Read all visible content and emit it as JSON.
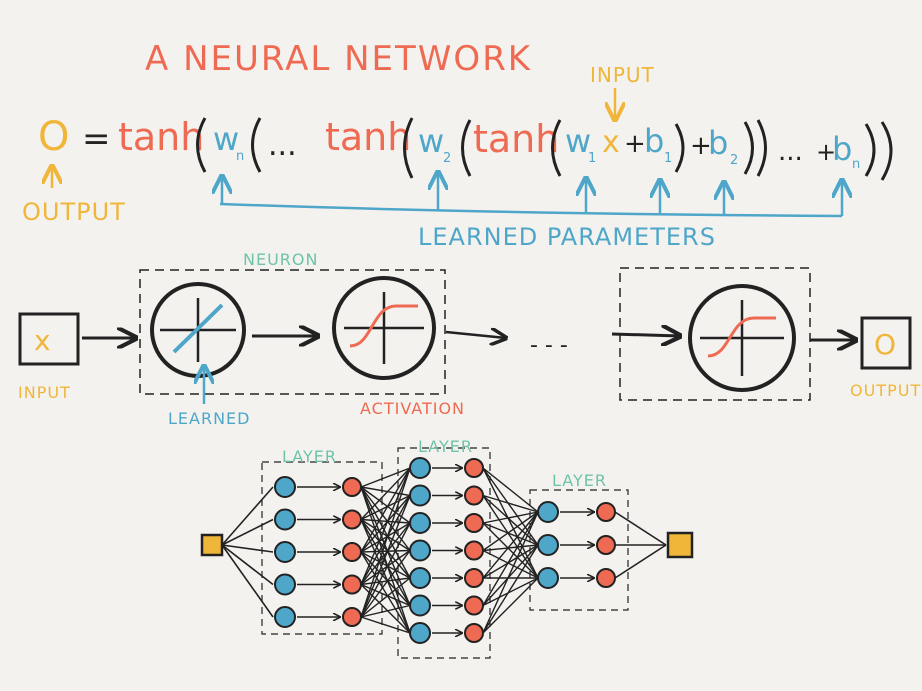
{
  "title": "A NEURAL NETWORK",
  "equation": {
    "output_symbol": "O",
    "equals": "=",
    "tanh": "tanh",
    "ellipsis": "...",
    "w_n": "w",
    "w_n_sub": "n",
    "w_2": "w",
    "w_2_sub": "2",
    "w_1": "w",
    "w_1_sub": "1",
    "x": "x",
    "b_1": "b",
    "b_1_sub": "1",
    "b_2": "b",
    "b_2_sub": "2",
    "b_n": "b",
    "b_n_sub": "n",
    "plus": "+",
    "input_label": "INPUT",
    "output_label": "OUTPUT",
    "learned_params_label": "LEARNED PARAMETERS"
  },
  "neuron_row": {
    "input_symbol": "x",
    "input_label": "INPUT",
    "neuron_label": "NEURON",
    "learned_label": "LEARNED",
    "activation_label": "ACTIVATION",
    "dots": "- - -",
    "output_symbol": "O",
    "output_label": "OUTPUT"
  },
  "layers": {
    "layer_label": "LAYER",
    "layer_sizes": [
      5,
      7,
      3
    ]
  },
  "colors": {
    "red": "#ef6a52",
    "blue": "#4ea6c9",
    "yellow": "#f0b63a",
    "green": "#6fc3a8",
    "ink": "#222222"
  }
}
